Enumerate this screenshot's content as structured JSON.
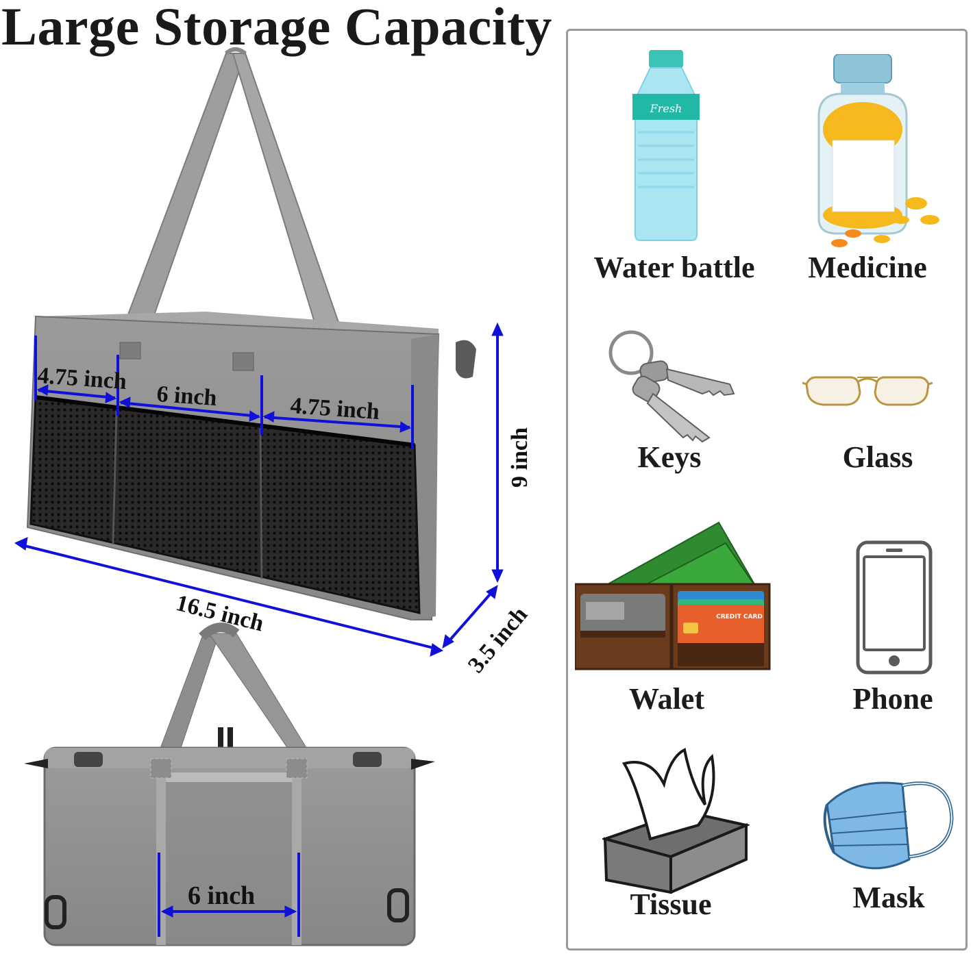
{
  "title": "Large Storage Capacity",
  "colors": {
    "dimension_line": "#1010d8",
    "bag_body": "#8f8f8f",
    "mesh_pocket": "#1e1e1e",
    "panel_border": "#9a9a9a"
  },
  "front_bag": {
    "pocket_widths": [
      "4.75 inch",
      "6 inch",
      "4.75 inch"
    ],
    "height": "9 inch",
    "length": "16.5 inch",
    "depth": "3.5 inch"
  },
  "back_bag": {
    "strap_gap": "6 inch"
  },
  "items": [
    {
      "label": "Water battle",
      "icon": "water-bottle-icon"
    },
    {
      "label": "Medicine",
      "icon": "medicine-jar-icon"
    },
    {
      "label": "Keys",
      "icon": "keys-icon"
    },
    {
      "label": "Glass",
      "icon": "glasses-icon"
    },
    {
      "label": "Walet",
      "icon": "wallet-icon"
    },
    {
      "label": "Phone",
      "icon": "phone-icon"
    },
    {
      "label": "Tissue",
      "icon": "tissue-box-icon"
    },
    {
      "label": "Mask",
      "icon": "face-mask-icon"
    }
  ],
  "bottle_brand": "Fresh",
  "card_text": "CREDIT CARD"
}
